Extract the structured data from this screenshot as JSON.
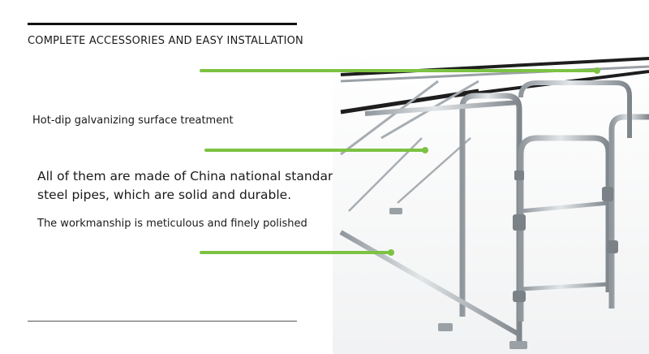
{
  "header": {
    "title": "COMPLETE ACCESSORIES AND EASY INSTALLATION"
  },
  "features": [
    {
      "text": "Hot-dip galvanizing surface treatment"
    },
    {
      "text": "All of them are made of China national standard steel pipes, which are solid and durable."
    },
    {
      "text": "The workmanship is meticulous and finely polished"
    }
  ],
  "colors": {
    "accent": "#7cc242",
    "steel": "#b9bfc4",
    "steel_dark": "#6f767c",
    "black_rail": "#1e1e1e"
  },
  "image": {
    "icon": "galvanized-steel-pig-crate-image"
  }
}
